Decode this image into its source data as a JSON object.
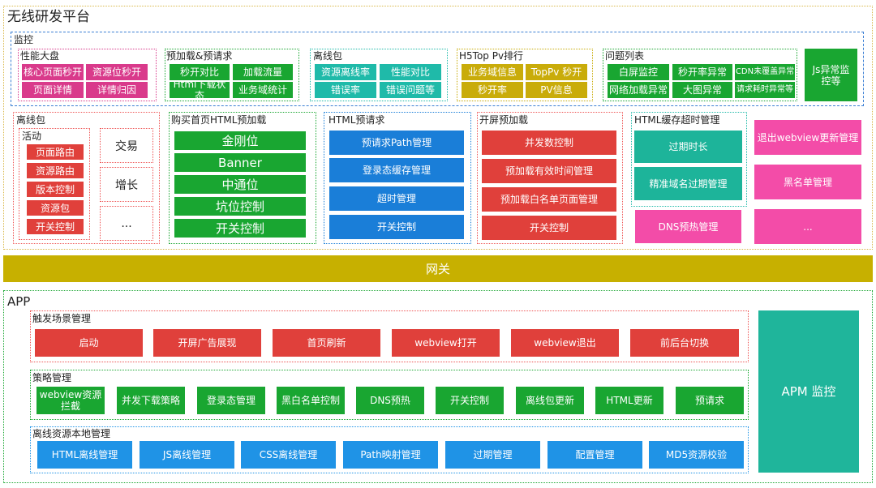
{
  "platform": {
    "title": "无线研发平台",
    "monitor": {
      "title": "监控",
      "perf": {
        "title": "性能大盘",
        "items": [
          "核心页面秒开",
          "资源位秒开",
          "页面详情",
          "详情归因"
        ]
      },
      "preload": {
        "title": "预加载&预请求",
        "items": [
          "秒开对比",
          "加载流量",
          "Html下载状态",
          "业务域统计"
        ]
      },
      "offline": {
        "title": "离线包",
        "items": [
          "资源离线率",
          "性能对比",
          "错误率",
          "错误问题等"
        ]
      },
      "h5top": {
        "title": "H5Top Pv排行",
        "items": [
          "业务域信息",
          "TopPv 秒开",
          "秒开率",
          "PV信息"
        ]
      },
      "issues": {
        "title": "问题列表",
        "items": [
          "白屏监控",
          "秒开率异常",
          "CDN未覆盖异常",
          "网络加载异常",
          "大图异常",
          "请求耗时异常等"
        ]
      },
      "js": "Js异常监控等"
    },
    "offline_pkg": {
      "title": "离线包",
      "activity": {
        "title": "活动",
        "items": [
          "页面路由",
          "资源路由",
          "版本控制",
          "资源包",
          "开关控制"
        ]
      },
      "others": [
        "交易",
        "增长",
        "..."
      ]
    },
    "buy_home": {
      "title": "购买首页HTML预加载",
      "items": [
        "金刚位",
        "Banner",
        "中通位",
        "坑位控制",
        "开关控制"
      ]
    },
    "html_prereq": {
      "title": "HTML预请求",
      "items": [
        "预请求Path管理",
        "登录态缓存管理",
        "超时管理",
        "开关控制"
      ]
    },
    "splash_preload": {
      "title": "开屏预加载",
      "items": [
        "并发数控制",
        "预加载有效时间管理",
        "预加载白名单页面管理",
        "开关控制"
      ]
    },
    "html_cache": {
      "title": "HTML缓存超时管理",
      "items": [
        "过期时长",
        "精准域名过期管理"
      ]
    },
    "dns": "DNS预热管理",
    "right_items": [
      "退出webview更新管理",
      "黑名单管理",
      "..."
    ]
  },
  "gateway": {
    "label": "网关"
  },
  "app": {
    "title": "APP",
    "trigger": {
      "title": "触发场景管理",
      "items": [
        "启动",
        "开屏广告展现",
        "首页刷新",
        "webview打开",
        "webview退出",
        "前后台切换"
      ]
    },
    "strategy": {
      "title": "策略管理",
      "items": [
        "webview资源拦截",
        "并发下载策略",
        "登录态管理",
        "黑白名单控制",
        "DNS预热",
        "开关控制",
        "离线包更新",
        "HTML更新",
        "预请求"
      ]
    },
    "local": {
      "title": "离线资源本地管理",
      "items": [
        "HTML离线管理",
        "JS离线管理",
        "CSS离线管理",
        "Path映射管理",
        "过期管理",
        "配置管理",
        "MD5资源校验"
      ]
    },
    "apm": "APM 监控"
  }
}
